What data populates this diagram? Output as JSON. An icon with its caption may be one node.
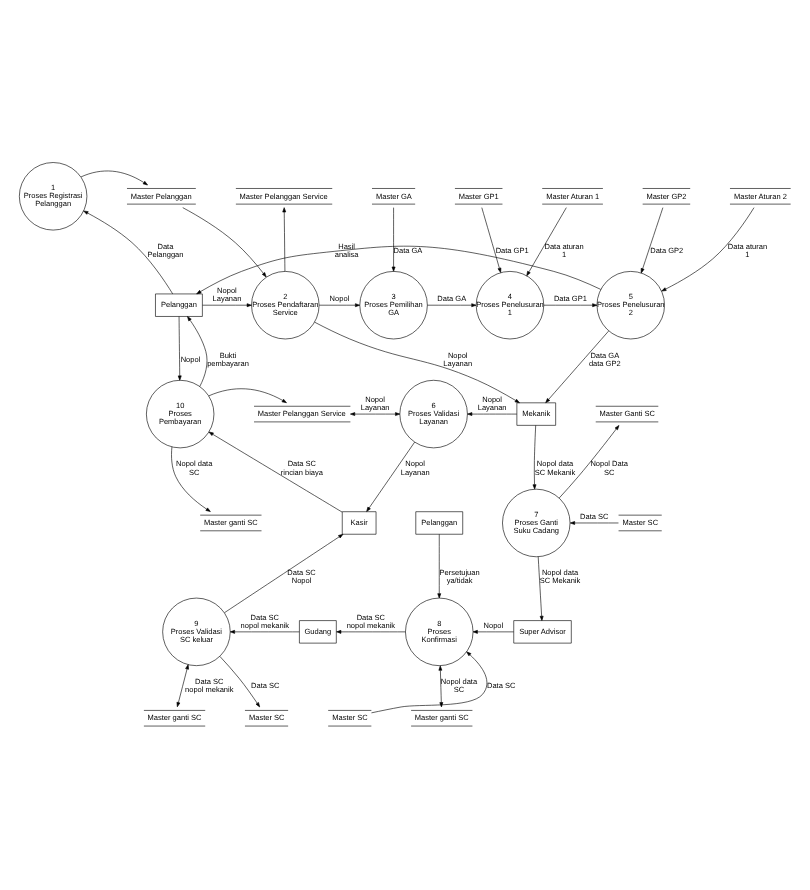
{
  "diagram": {
    "nodes": [
      {
        "text": [
          "1",
          "Proses Registrasi Pelanggan"
        ]
      },
      {
        "text": [
          "Master Pelanggan"
        ]
      },
      {
        "text": [
          "Master Pelanggan Service"
        ]
      },
      {
        "text": [
          "Pelanggan"
        ]
      },
      {
        "text": [
          "2",
          "Proses Pendaftaran Service"
        ]
      },
      {
        "text": [
          "Master GA"
        ]
      },
      {
        "text": [
          "3",
          "Proses Pemilihan GA"
        ]
      },
      {
        "text": [
          "Master GP1"
        ]
      },
      {
        "text": [
          "Master Aturan 1"
        ]
      },
      {
        "text": [
          "4",
          "Proses Penelusuran 1"
        ]
      },
      {
        "text": [
          "Master GP2"
        ]
      },
      {
        "text": [
          "Master Aturan 2"
        ]
      },
      {
        "text": [
          "5",
          "Proses Penelusuran 2"
        ]
      },
      {
        "text": [
          "Master Pelanggan Service"
        ]
      },
      {
        "text": [
          "6",
          "Proses Validasi Layanan"
        ]
      },
      {
        "text": [
          "Mekanik"
        ]
      },
      {
        "text": [
          "10",
          "Proses Pembayaran"
        ]
      },
      {
        "text": [
          "Master Ganti SC"
        ]
      },
      {
        "text": [
          "7",
          "Proses Ganti Suku Cadang"
        ]
      },
      {
        "text": [
          "Master ganti SC"
        ]
      },
      {
        "text": [
          "Kasir"
        ]
      },
      {
        "text": [
          "Pelanggan"
        ]
      },
      {
        "text": [
          "Master SC"
        ]
      },
      {
        "text": [
          "9",
          "Proses Validasi SC keluar"
        ]
      },
      {
        "text": [
          "Gudang"
        ]
      },
      {
        "text": [
          "8",
          "Proses Konfirmasi"
        ]
      },
      {
        "text": [
          "Super Advisor"
        ]
      },
      {
        "text": [
          "Master ganti SC"
        ]
      },
      {
        "text": [
          "Master SC"
        ]
      },
      {
        "text": [
          "Master SC"
        ]
      },
      {
        "text": [
          "Master ganti SC"
        ]
      }
    ],
    "edges": [
      {
        "from": 3,
        "to": 0,
        "arrow": "to",
        "label": "Data Pelanggan"
      },
      {
        "from": 0,
        "to": 1,
        "arrow": "to"
      },
      {
        "from": 1,
        "to": 4,
        "arrow": "to"
      },
      {
        "from": 4,
        "to": 2,
        "arrow": "to"
      },
      {
        "from": 3,
        "to": 4,
        "arrow": "to",
        "label": "Nopol Layanan"
      },
      {
        "from": 4,
        "to": 6,
        "arrow": "to",
        "label": "Nopol"
      },
      {
        "from": 5,
        "to": 6,
        "arrow": "to",
        "label": "Data GA"
      },
      {
        "from": 6,
        "to": 9,
        "arrow": "to",
        "label": "Data GA"
      },
      {
        "from": 7,
        "to": 9,
        "arrow": "to",
        "label": "Data GP1"
      },
      {
        "from": 8,
        "to": 9,
        "arrow": "to",
        "label": "Data aturan 1"
      },
      {
        "from": 9,
        "to": 12,
        "arrow": "to",
        "label": "Data GP1"
      },
      {
        "from": 10,
        "to": 12,
        "arrow": "to",
        "label": "Data GP2"
      },
      {
        "from": 11,
        "to": 12,
        "arrow": "to",
        "label": "Data aturan 1"
      },
      {
        "from": 12,
        "to": 3,
        "arrow": "to",
        "label": "Hasil analisa"
      },
      {
        "from": 4,
        "to": 15,
        "arrow": "to",
        "label": "Nopol Layanan"
      },
      {
        "from": 12,
        "to": 15,
        "arrow": "to",
        "label": "Data GA data GP2"
      },
      {
        "from": 16,
        "to": 3,
        "arrow": "to",
        "label": "Bukti pembayaran"
      },
      {
        "from": 3,
        "to": 16,
        "arrow": "to",
        "label": "Nopol"
      },
      {
        "from": 16,
        "to": 13,
        "arrow": "to"
      },
      {
        "from": 14,
        "to": 13,
        "arrow": "both",
        "label": "Nopol Layanan"
      },
      {
        "from": 15,
        "to": 14,
        "arrow": "to",
        "label": "Nopol Layanan"
      },
      {
        "from": 14,
        "to": 20,
        "arrow": "to",
        "label": "Nopol Layanan"
      },
      {
        "from": 16,
        "to": 19,
        "arrow": "to",
        "label": "Nopol data SC"
      },
      {
        "from": 20,
        "to": 16,
        "arrow": "to",
        "label": "Data SC rincian biaya"
      },
      {
        "from": 15,
        "to": 18,
        "arrow": "to",
        "label": "Nopol data SC Mekanik"
      },
      {
        "from": 18,
        "to": 17,
        "arrow": "to",
        "label": "Nopol Data SC"
      },
      {
        "from": 22,
        "to": 18,
        "arrow": "to",
        "label": "Data SC"
      },
      {
        "from": 18,
        "to": 26,
        "arrow": "to",
        "label": "Nopol data SC Mekanik"
      },
      {
        "from": 21,
        "to": 25,
        "arrow": "to",
        "label": "Persetujuan ya/tidak"
      },
      {
        "from": 26,
        "to": 25,
        "arrow": "to",
        "label": "Nopol"
      },
      {
        "from": 25,
        "to": 24,
        "arrow": "to",
        "label": "Data SC nopol mekanik"
      },
      {
        "from": 24,
        "to": 23,
        "arrow": "to",
        "label": "Data SC nopol mekanik"
      },
      {
        "from": 23,
        "to": 20,
        "arrow": "to",
        "label": "Data SC Nopol"
      },
      {
        "from": 23,
        "to": 27,
        "arrow": "both",
        "label": "Data SC nopol mekanik"
      },
      {
        "from": 23,
        "to": 28,
        "arrow": "to",
        "label": "Data SC"
      },
      {
        "from": 29,
        "to": 25,
        "arrow": "to",
        "label": "Data SC"
      },
      {
        "from": 25,
        "to": 30,
        "arrow": "both",
        "label": "Nopol data SC"
      }
    ]
  }
}
